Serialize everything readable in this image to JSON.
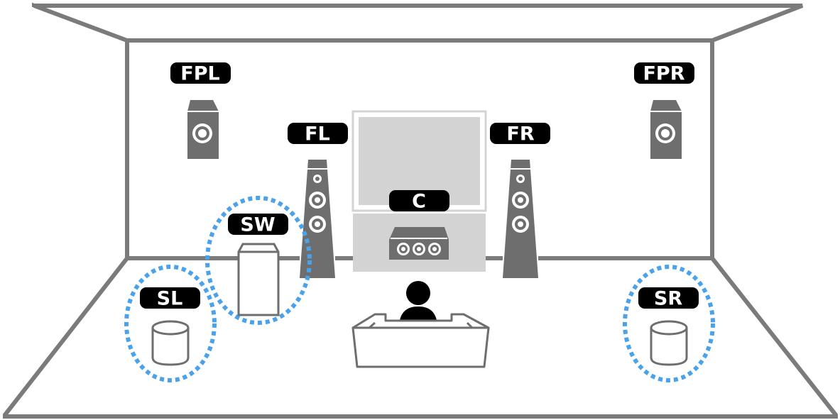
{
  "speakers": {
    "fpl": {
      "label": "FPL"
    },
    "fpr": {
      "label": "FPR"
    },
    "fl": {
      "label": "FL"
    },
    "fr": {
      "label": "FR"
    },
    "c": {
      "label": "C"
    },
    "sw": {
      "label": "SW"
    },
    "sl": {
      "label": "SL"
    },
    "sr": {
      "label": "SR"
    }
  },
  "colors": {
    "room_line": "#7b7b7b",
    "speaker": "#6e6e6e",
    "label_bg": "#000000",
    "label_text": "#ffffff",
    "highlight": "#4aa3ea",
    "screen": "#d3d3d3"
  },
  "highlighted": [
    "sw",
    "sl",
    "sr"
  ]
}
